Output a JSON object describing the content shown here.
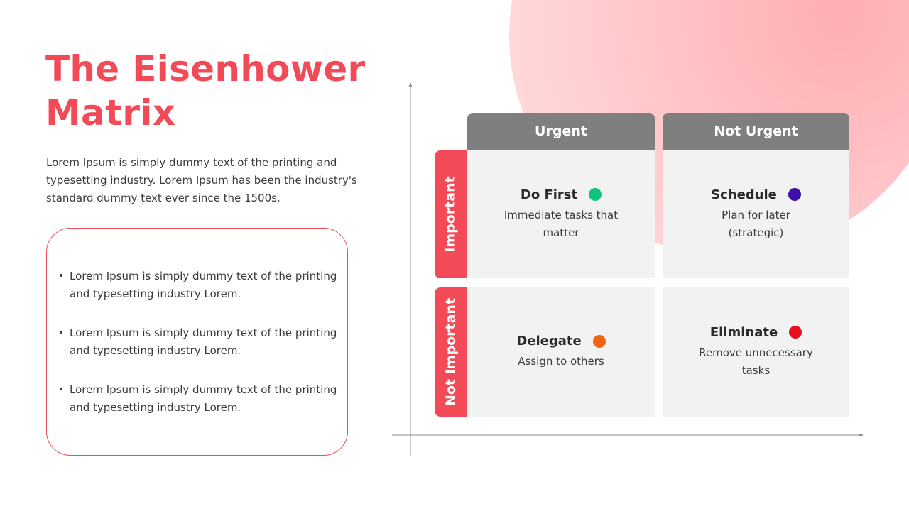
{
  "slide": {
    "title_line1": "The Eisenhower",
    "title_line2": "Matrix",
    "intro": "Lorem Ipsum is simply dummy text of the printing and typesetting industry. Lorem Ipsum has been the industry's standard dummy text ever since the 1500s.",
    "bullets": [
      "Lorem Ipsum is simply dummy text of the printing and typesetting industry Lorem.",
      "Lorem Ipsum is simply dummy text of the printing and typesetting industry Lorem.",
      "Lorem Ipsum is simply dummy text of the printing and typesetting industry Lorem."
    ]
  },
  "matrix": {
    "columns": [
      "Urgent",
      "Not Urgent"
    ],
    "rows": [
      "Important",
      "Not Important"
    ],
    "cells": [
      {
        "title": "Do First",
        "desc_line1": "Immediate tasks that",
        "desc_line2": "matter",
        "dot_color": "#10c27a"
      },
      {
        "title": "Schedule",
        "desc_line1": "Plan for later",
        "desc_line2": "(strategic)",
        "dot_color": "#3d10a8"
      },
      {
        "title": "Delegate",
        "desc_line1": "Assign to others",
        "desc_line2": "",
        "dot_color": "#f26412"
      },
      {
        "title": "Eliminate",
        "desc_line1": "Remove unnecessary",
        "desc_line2": "tasks",
        "dot_color": "#e8101c"
      }
    ]
  },
  "colors": {
    "accent": "#f24b57",
    "header_gray": "#7f7f7f",
    "cell_bg": "#f2f2f2"
  }
}
